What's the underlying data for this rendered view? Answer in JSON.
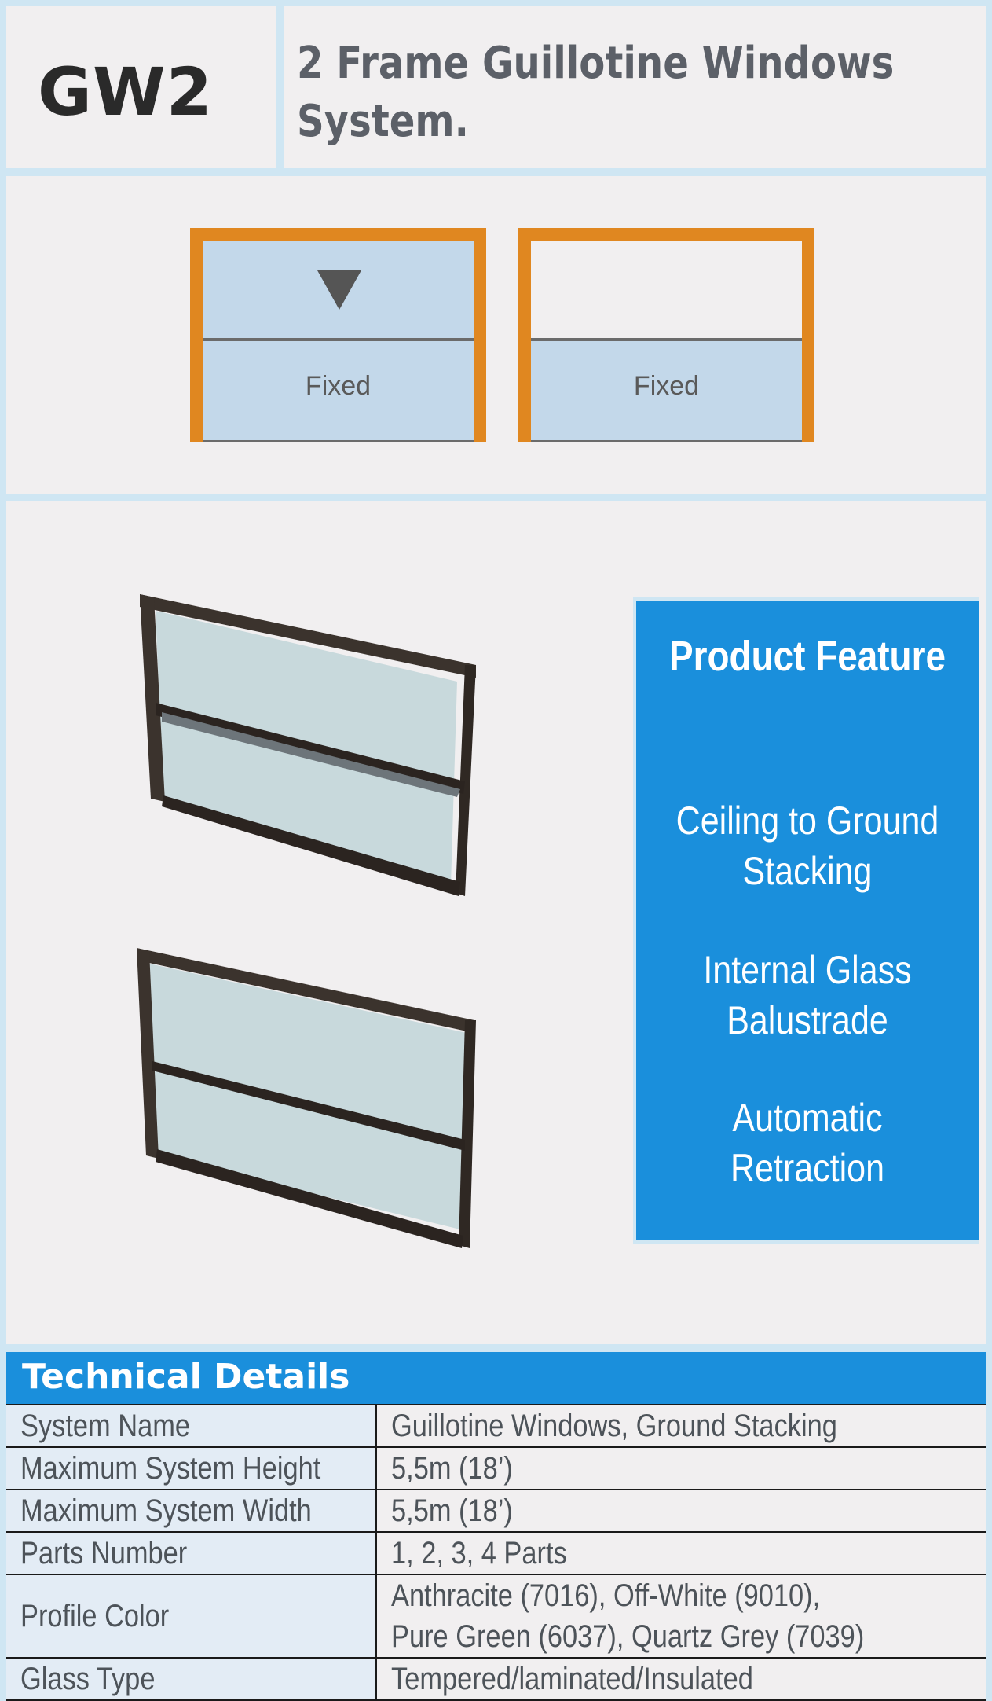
{
  "header": {
    "code": "GW2",
    "title_line1": "2 Frame Guillotine Windows",
    "title_line2": "System."
  },
  "diagram": {
    "left_label": "Fixed",
    "right_label": "Fixed"
  },
  "feature": {
    "title": "Product Feature",
    "items": [
      {
        "line1": "Ceiling to Ground",
        "line2": "Stacking"
      },
      {
        "line1": "Internal Glass",
        "line2": "Balustrade"
      },
      {
        "line1": "Automatic",
        "line2": "Retraction"
      }
    ]
  },
  "technical": {
    "title": "Technical Details",
    "rows": [
      {
        "key": "System Name",
        "value": "Guillotine Windows, Ground Stacking"
      },
      {
        "key": "Maximum System Height",
        "value": "5,5m (18’)"
      },
      {
        "key": "Maximum System Width",
        "value": "5,5m (18’)"
      },
      {
        "key": "Parts Number",
        "value": "1, 2, 3, 4 Parts"
      },
      {
        "key": "Profile Color",
        "value_line1": "Anthracite (7016), Off-White (9010),",
        "value_line2": "Pure Green (6037), Quartz Grey (7039)"
      },
      {
        "key": "Glass Type",
        "value": "Tempered/laminated/Insulated"
      }
    ]
  },
  "colors": {
    "accent_blue": "#1a8fdc",
    "frame_orange": "#e08720",
    "glass_blue": "#c3d8ea"
  }
}
